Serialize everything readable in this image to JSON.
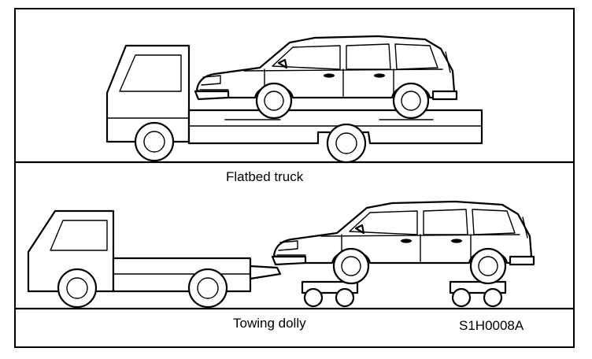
{
  "figure": {
    "caption_top": "Flatbed truck",
    "caption_bottom": "Towing dolly",
    "figure_code": "S1H0008A"
  }
}
